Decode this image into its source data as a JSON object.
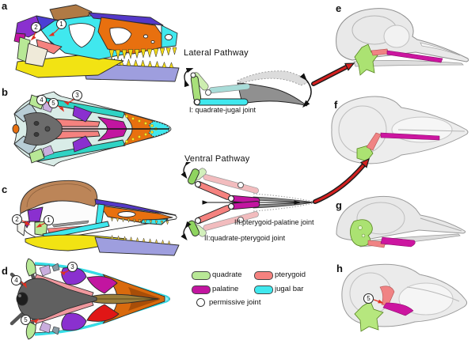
{
  "panels": {
    "a": "a",
    "b": "b",
    "c": "c",
    "d": "d",
    "e": "e",
    "f": "f",
    "g": "g",
    "h": "h"
  },
  "markers": {
    "m1": "1",
    "m2": "2",
    "m3": "3",
    "m4": "4",
    "m5": "5"
  },
  "pathways": {
    "lateral": {
      "title": "Lateral Pathway",
      "joint_label": "I: quadrate-jugal joint"
    },
    "ventral": {
      "title": "Ventral Pathway",
      "joint_label_iii": "III:pterygoid-palatine joint",
      "joint_label_ii": "II:quadrate-pterygoid joint"
    }
  },
  "legend": {
    "items": [
      {
        "label": "quadrate",
        "color": "#b8e896",
        "shape": "pill"
      },
      {
        "label": "pterygoid",
        "color": "#f5827f",
        "shape": "pill"
      },
      {
        "label": "palatine",
        "color": "#c215a0",
        "shape": "pill"
      },
      {
        "label": "jugal bar",
        "color": "#40e8ee",
        "shape": "pill"
      },
      {
        "label": "permissive joint",
        "color": "#ffffff",
        "shape": "circle"
      }
    ]
  },
  "colors": {
    "quadrate": "#b8e896",
    "pterygoid": "#f5827f",
    "palatine": "#c215a0",
    "jugal_bar": "#40e8ee",
    "permissive_joint": "#ffffff",
    "pathway_arrow_red": "#d42020"
  }
}
